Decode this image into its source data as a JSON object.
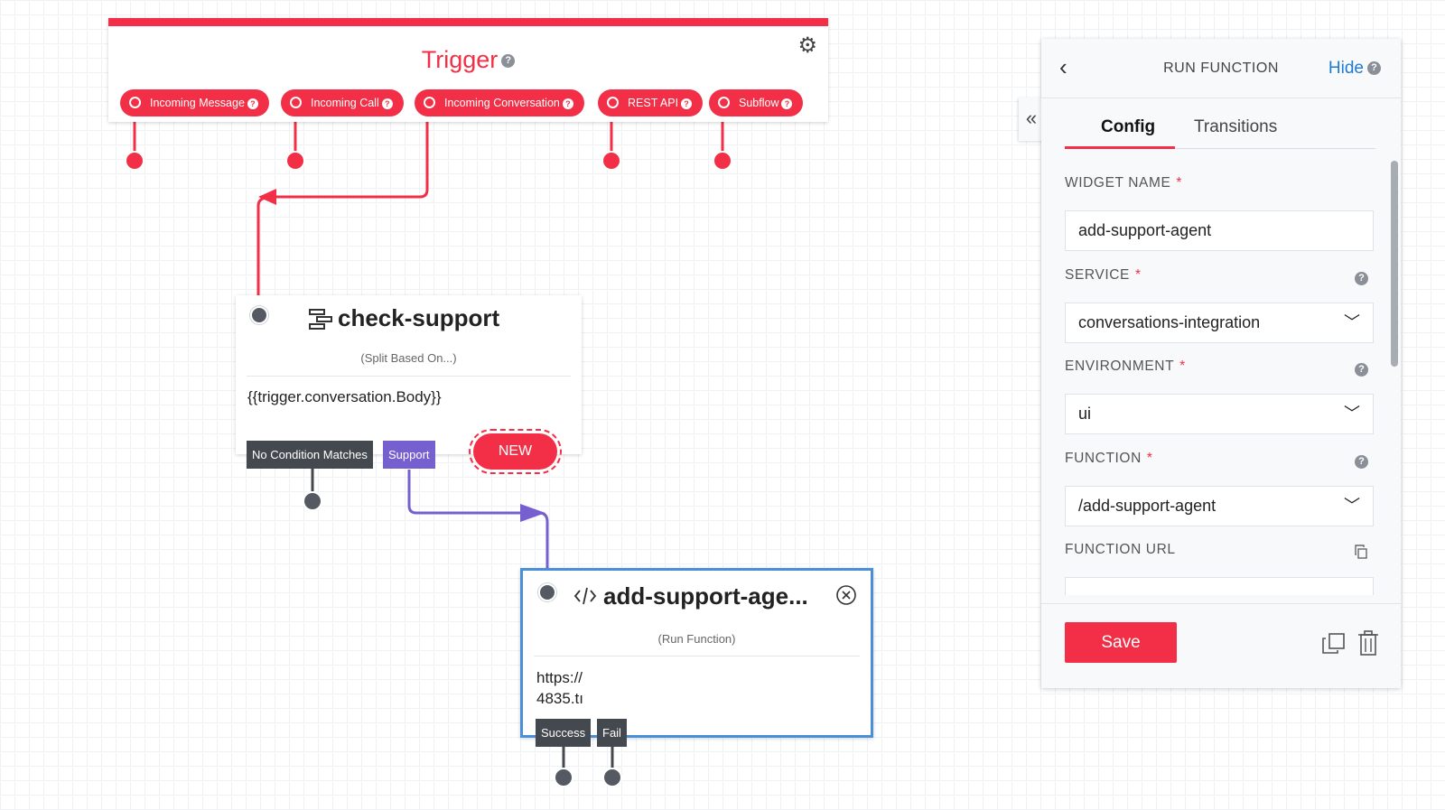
{
  "trigger": {
    "title": "Trigger",
    "pills": [
      {
        "label": "Incoming Message"
      },
      {
        "label": "Incoming Call"
      },
      {
        "label": "Incoming Conversation"
      },
      {
        "label": "REST API"
      },
      {
        "label": "Subflow"
      }
    ]
  },
  "check_node": {
    "title": "check-support",
    "subtitle": "(Split Based On...)",
    "body": "{{trigger.conversation.Body}}",
    "transitions": [
      "No Condition Matches",
      "Support"
    ],
    "new_label": "NEW"
  },
  "run_node": {
    "title": "add-support-age...",
    "subtitle": "(Run Function)",
    "body_line1": "https://",
    "body_line2": "4835.tı",
    "transitions": [
      "Success",
      "Fail"
    ]
  },
  "panel": {
    "back_icon": "chevron-left-icon",
    "title": "RUN FUNCTION",
    "hide_label": "Hide",
    "tabs": [
      "Config",
      "Transitions"
    ],
    "fields": {
      "widget_name": {
        "label": "WIDGET NAME",
        "value": "add-support-agent"
      },
      "service": {
        "label": "SERVICE",
        "value": "conversations-integration"
      },
      "environment": {
        "label": "ENVIRONMENT",
        "value": "ui"
      },
      "function": {
        "label": "FUNCTION",
        "value": "/add-support-agent"
      },
      "function_url": {
        "label": "FUNCTION URL"
      }
    },
    "required_mark": "*",
    "save_label": "Save"
  },
  "colors": {
    "accent": "#f22f46",
    "link": "#1f7bd0",
    "purple": "#7660d0",
    "selected_border": "#4a90d9"
  }
}
